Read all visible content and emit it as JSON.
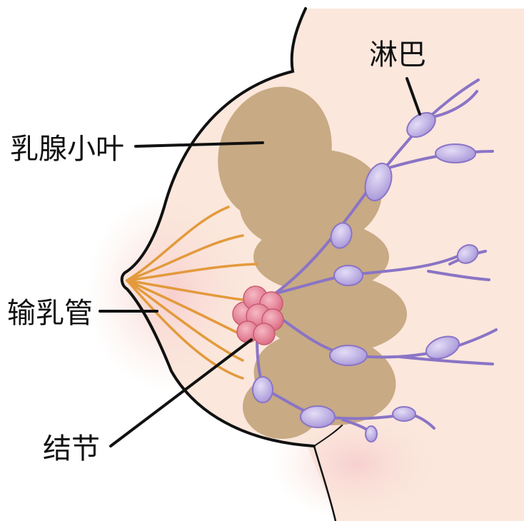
{
  "labels": {
    "lymph": "淋巴",
    "lobules": "乳腺小叶",
    "ducts": "输乳管",
    "lump": "结节"
  },
  "colors": {
    "skin": "#fbe7dc",
    "skin_edge": "#f3c9c4",
    "lobule": "#c8aa84",
    "duct": "#e39a3c",
    "lymph_vessel": "#8a74c6",
    "lymph_node": "#c3b6e6",
    "lump": "#e9869a",
    "line": "#111111"
  }
}
